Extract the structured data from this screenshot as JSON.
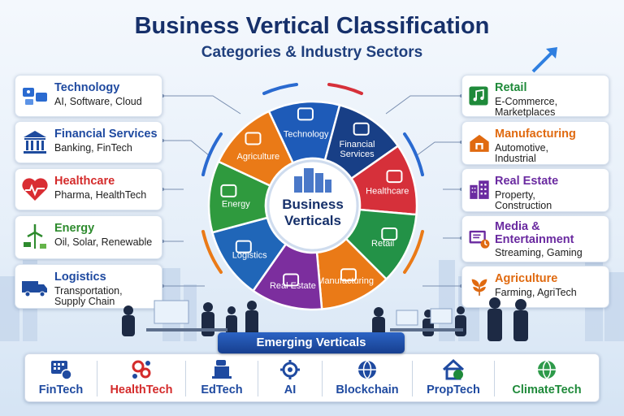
{
  "header": {
    "title": "Business Vertical Classification",
    "subtitle": "Categories & Industry Sectors"
  },
  "left_cards": [
    {
      "name": "Technology",
      "desc": "AI, Software, Cloud",
      "color": "#1f4aa0",
      "icon": "devices-icon"
    },
    {
      "name": "Financial Services",
      "desc": "Banking, FinTech",
      "color": "#1f4aa0",
      "icon": "bank-icon"
    },
    {
      "name": "Healthcare",
      "desc": "Pharma, HealthTech",
      "color": "#d42b2b",
      "icon": "heart-icon"
    },
    {
      "name": "Energy",
      "desc": "Oil, Solar, Renewable",
      "color": "#2e8b2e",
      "icon": "wind-turbine-icon"
    },
    {
      "name": "Logistics",
      "desc": "Transportation,",
      "desc2": "Supply Chain",
      "color": "#1f4aa0",
      "icon": "truck-icon"
    }
  ],
  "right_cards": [
    {
      "name": "Retail",
      "desc": "E-Commerce,",
      "desc2": "Marketplaces",
      "color": "#1f8a3a",
      "icon": "music-store-icon"
    },
    {
      "name": "Manufacturing",
      "desc": "Automotive,",
      "desc2": "Industrial",
      "color": "#e06a10",
      "icon": "factory-icon"
    },
    {
      "name": "Real Estate",
      "desc": "Property,",
      "desc2": "Construction",
      "color": "#6a2aa0",
      "icon": "buildings-icon"
    },
    {
      "name": "Media &",
      "name2": "Entertainment",
      "desc": "Streaming, Gaming",
      "color": "#6a2aa0",
      "icon": "media-icon"
    },
    {
      "name": "Agriculture",
      "desc": "Farming, AgriTech",
      "color": "#e06a10",
      "icon": "leaf-icon"
    }
  ],
  "wheel": {
    "center_line1": "Business",
    "center_line2": "Verticals",
    "segments": [
      {
        "label": "Technology",
        "color": "#1e5bb8"
      },
      {
        "label": "Financial",
        "label2": "Services",
        "color": "#183f86"
      },
      {
        "label": "Healthcare",
        "color": "#d6303a"
      },
      {
        "label": "Retail",
        "color": "#239247"
      },
      {
        "label": "Manufacturing",
        "color": "#ea7a17"
      },
      {
        "label": "Real Estate",
        "color": "#7c2e9e"
      },
      {
        "label": "Logistics",
        "color": "#2066b8"
      },
      {
        "label": "Energy",
        "color": "#2f9a3e"
      },
      {
        "label": "Agriculture",
        "color": "#ea7a17"
      }
    ]
  },
  "emerging": {
    "title": "Emerging Verticals",
    "items": [
      {
        "label": "FinTech",
        "color": "#1f4aa0",
        "icon": "fintech-icon"
      },
      {
        "label": "HealthTech",
        "color": "#d42b2b",
        "icon": "gears-icon"
      },
      {
        "label": "EdTech",
        "color": "#1f4aa0",
        "icon": "laptop-chat-icon"
      },
      {
        "label": "AI",
        "color": "#1f4aa0",
        "icon": "chip-icon"
      },
      {
        "label": "Blockchain",
        "color": "#1f4aa0",
        "icon": "globe-icon"
      },
      {
        "label": "PropTech",
        "color": "#1f4aa0",
        "icon": "house-dollar-icon"
      },
      {
        "label": "ClimateTech",
        "color": "#1f8a3a",
        "icon": "earth-icon"
      }
    ]
  }
}
